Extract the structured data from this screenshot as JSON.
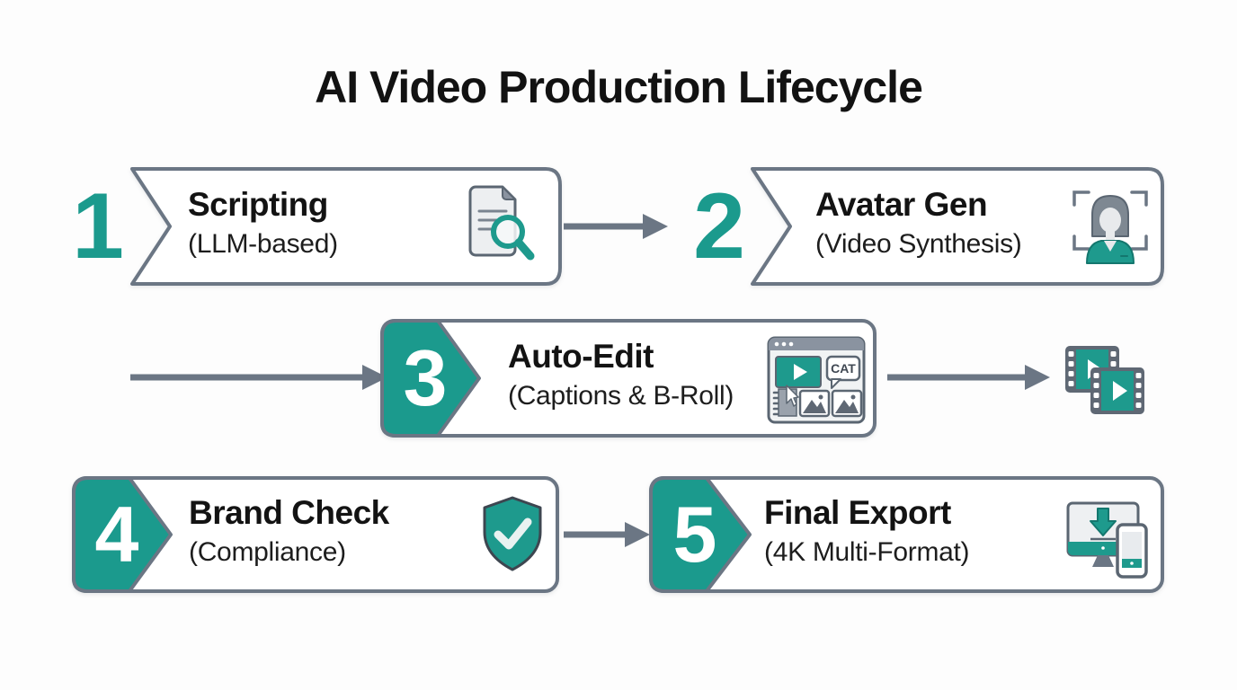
{
  "page": {
    "title": "AI Video Production Lifecycle"
  },
  "colors": {
    "accent_teal": "#1b9a8d",
    "accent_teal_dark": "#14776e",
    "outline_gray": "#6b7684",
    "title_text": "#121212"
  },
  "steps": [
    {
      "number": "1",
      "label": "Scripting",
      "sublabel": "(LLM-based)",
      "icon": "document-search-icon"
    },
    {
      "number": "2",
      "label": "Avatar Gen",
      "sublabel": "(Video Synthesis)",
      "icon": "avatar-scan-icon"
    },
    {
      "number": "3",
      "label": "Auto-Edit",
      "sublabel": "(Captions & B-Roll)",
      "icon": "video-editor-icon",
      "icon_caption": "CAT"
    },
    {
      "number": "4",
      "label": "Brand Check",
      "sublabel": "(Compliance)",
      "icon": "shield-check-icon"
    },
    {
      "number": "5",
      "label": "Final Export",
      "sublabel": "(4K Multi-Format)",
      "icon": "devices-export-icon"
    }
  ],
  "output": {
    "icon": "film-clips-icon"
  }
}
